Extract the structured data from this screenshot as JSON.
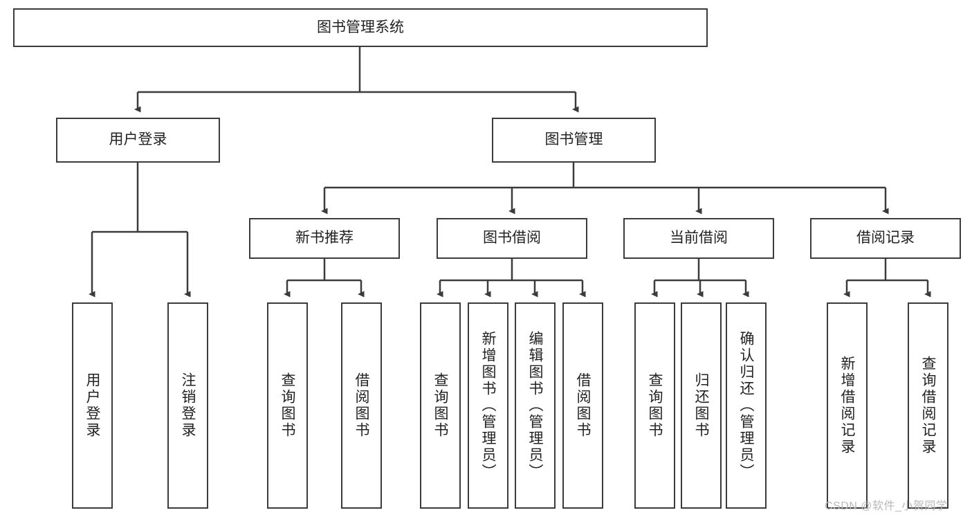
{
  "diagram": {
    "title": "图书管理系统",
    "type": "tree-hierarchy",
    "background_color": "#ffffff",
    "line_color": "#3b3b3b",
    "box_fill": "#ffffff",
    "text_color": "#222222"
  },
  "nodes": {
    "root": {
      "label": "图书管理系统"
    },
    "level1": [
      {
        "label": "用户登录"
      },
      {
        "label": "图书管理"
      }
    ],
    "level2": [
      {
        "label": "新书推荐"
      },
      {
        "label": "图书借阅"
      },
      {
        "label": "当前借阅"
      },
      {
        "label": "借阅记录"
      }
    ],
    "leaves_user_login": [
      {
        "label": "用户登录"
      },
      {
        "label": "注销登录"
      }
    ],
    "leaves_new_book": [
      {
        "label": "查询图书"
      },
      {
        "label": "借阅图书"
      }
    ],
    "leaves_borrow": [
      {
        "label": "查询图书"
      },
      {
        "label": "新增图书（管理员）"
      },
      {
        "label": "编辑图书（管理员）"
      },
      {
        "label": "借阅图书"
      }
    ],
    "leaves_current": [
      {
        "label": "查询图书"
      },
      {
        "label": "归还图书"
      },
      {
        "label": "确认归还（管理员）"
      }
    ],
    "leaves_records": [
      {
        "label": "新增借阅记录"
      },
      {
        "label": "查询借阅记录"
      }
    ]
  },
  "watermark": {
    "text": "CSDN @软件_小贺同学"
  }
}
